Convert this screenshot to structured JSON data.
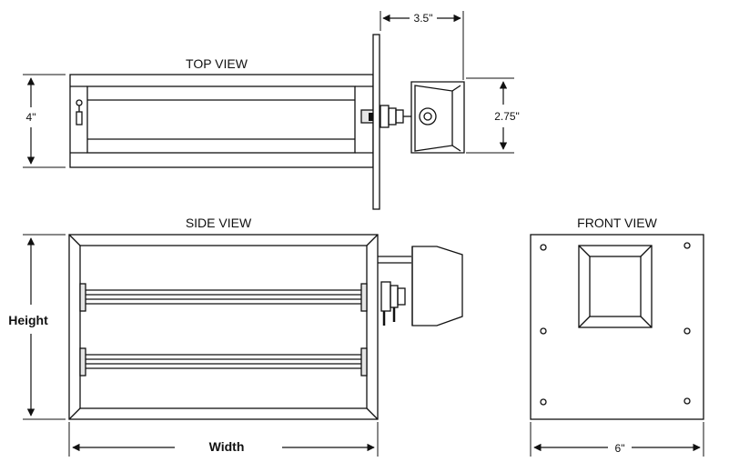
{
  "views": {
    "top": {
      "title": "TOP VIEW",
      "dims": {
        "height": "4\"",
        "depth": "3.5\"",
        "actuator_height": "2.75\""
      }
    },
    "side": {
      "title": "SIDE VIEW",
      "dims": {
        "height": "Height",
        "width": "Width"
      }
    },
    "front": {
      "title": "FRONT VIEW",
      "dims": {
        "width": "6\""
      }
    }
  },
  "colors": {
    "line": "#111111",
    "fill": "#ffffff",
    "shade": "#e6e6e6"
  }
}
